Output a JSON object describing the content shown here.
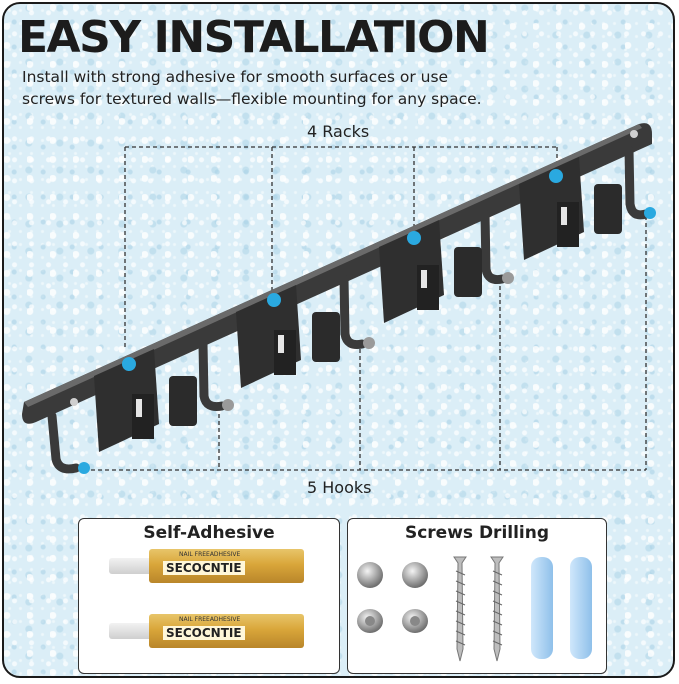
{
  "header": {
    "title": "EASY INSTALLATION",
    "description": "Install with strong adhesive for smooth surfaces or use screws for textured walls—flexible mounting for any space."
  },
  "diagram": {
    "racks_label": "4 Racks",
    "hooks_label": "5 Hooks",
    "accent_color": "#2aa9e0",
    "metal_color": "#3a3a3a"
  },
  "panels": {
    "adhesive": {
      "title": "Self-Adhesive",
      "tubes": [
        {
          "brand": "SECOCNTIE",
          "tagline": "NAIL FREEADHESIVE"
        },
        {
          "brand": "SECOCNTIE",
          "tagline": "NAIL FREEADHESIVE"
        }
      ]
    },
    "screws": {
      "title": "Screws Drilling"
    }
  }
}
